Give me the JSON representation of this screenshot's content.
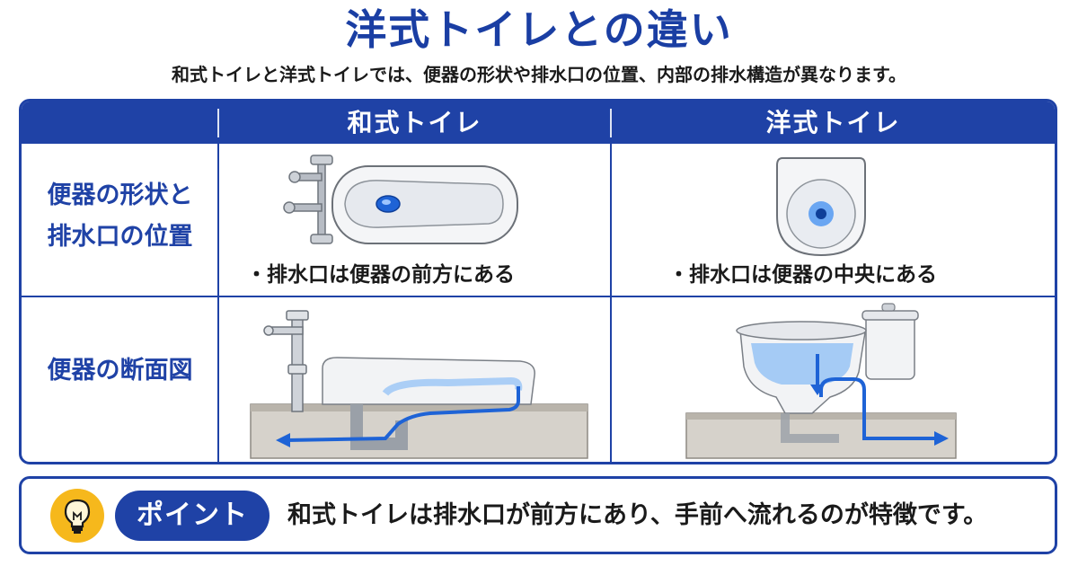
{
  "header": {
    "title": "洋式トイレとの違い",
    "subtitle": "和式トイレと洋式トイレでは、便器の形状や排水口の位置、内部の排水構造が異なります。"
  },
  "table": {
    "columns": [
      "和式トイレ",
      "洋式トイレ"
    ],
    "rows": [
      {
        "label_line1": "便器の形状と",
        "label_line2": "排水口の位置",
        "washiki_caption": "・排水口は便器の前方にある",
        "yoshiki_caption": "・排水口は便器の中央にある"
      },
      {
        "label": "便器の断面図"
      }
    ]
  },
  "point": {
    "badge": "ポイント",
    "text": "和式トイレは排水口が前方にあり、手前へ流れるのが特徴です。"
  },
  "colors": {
    "brand_blue": "#1f42a6",
    "title_blue": "#1a3ea3",
    "water_blue": "#1e63d6",
    "bulb_yellow": "#f6b81c"
  },
  "icons": [
    "lightbulb-icon",
    "flow-arrow-icon"
  ]
}
